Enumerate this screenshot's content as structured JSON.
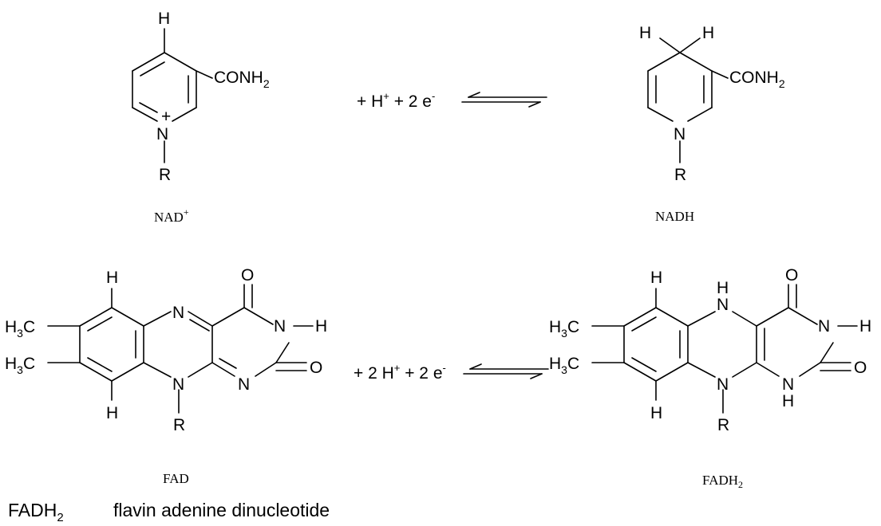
{
  "nad": {
    "h": "H",
    "conh": "CONH",
    "sub2": "2",
    "n": "N",
    "plus": "+",
    "r": "R",
    "name": "NAD",
    "name_sup": "+"
  },
  "reaction1": {
    "t1": "+ H",
    "sup1": "+",
    "t2": " + 2 e",
    "sup2": "-"
  },
  "nadh": {
    "h1": "H",
    "h2": "H",
    "conh": "CONH",
    "sub2": "2",
    "n": "N",
    "r": "R",
    "name": "NADH"
  },
  "fad": {
    "h_top": "H",
    "o_top": "O",
    "n_top": "N",
    "nh": "N",
    "h_right": "H",
    "o_right": "O",
    "n_bot": "N",
    "n_bot2": "N",
    "h_bot": "H",
    "r": "R",
    "me1": "H",
    "me1_sub": "3",
    "me1_c": "C",
    "me2": "H",
    "me2_sub": "3",
    "me2_c": "C",
    "name": "FAD"
  },
  "reaction2": {
    "t1": "+ 2 H",
    "sup1": "+",
    "t2": " + 2 e",
    "sup2": "-"
  },
  "fadh2": {
    "h_top": "H",
    "o_top": "O",
    "nh_top_n": "N",
    "nh_top_h": "H",
    "nh": "N",
    "h_right": "H",
    "o_right": "O",
    "n_bot": "N",
    "nh_bot_n": "N",
    "nh_bot_h": "H",
    "h_bot": "H",
    "r": "R",
    "me1": "H",
    "me1_sub": "3",
    "me1_c": "C",
    "me2": "H",
    "me2_sub": "3",
    "me2_c": "C",
    "name": "FADH",
    "name_sub": "2"
  },
  "legend": {
    "abbr": "FADH",
    "abbr_sub": "2",
    "desc": "flavin adenine dinucleotide"
  }
}
